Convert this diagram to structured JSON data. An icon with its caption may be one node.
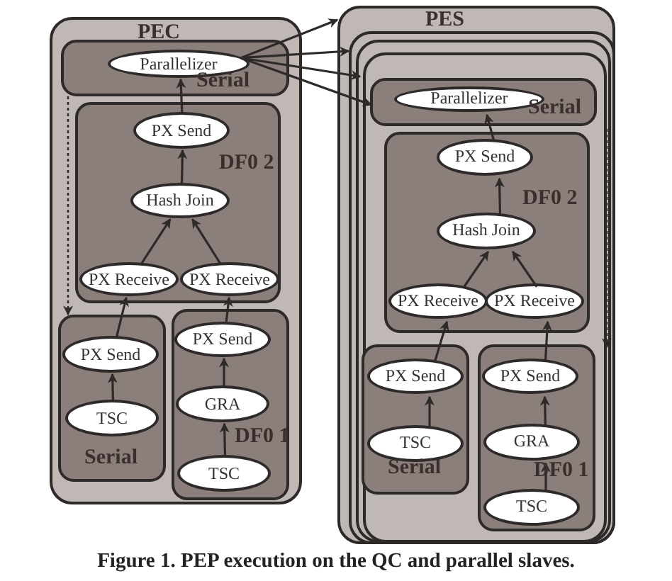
{
  "diagram": {
    "caption": "Figure 1. PEP execution on the QC and parallel slaves.",
    "nodes": [
      {
        "text": [
          "PEC"
        ]
      },
      {
        "text": [
          "Serial"
        ],
        "in": 0
      },
      {
        "text": [
          "Parallelizer"
        ],
        "in": 1
      },
      {
        "text": [
          "DF0 2"
        ],
        "in": 0
      },
      {
        "text": [
          "PX Send"
        ],
        "in": 3
      },
      {
        "text": [
          "Hash Join"
        ],
        "in": 3
      },
      {
        "text": [
          "PX Receive"
        ],
        "in": 3
      },
      {
        "text": [
          "PX Receive"
        ],
        "in": 3
      },
      {
        "text": [
          "Serial"
        ],
        "in": 0
      },
      {
        "text": [
          "PX Send"
        ],
        "in": 8
      },
      {
        "text": [
          "TSC"
        ],
        "in": 8
      },
      {
        "text": [
          "DF0 1"
        ],
        "in": 0
      },
      {
        "text": [
          "PX Send"
        ],
        "in": 11
      },
      {
        "text": [
          "GRA"
        ],
        "in": 11
      },
      {
        "text": [
          "TSC"
        ],
        "in": 11
      },
      {
        "text": [
          "PES"
        ]
      },
      {
        "text": [],
        "shape": "box",
        "in": 15
      },
      {
        "text": [],
        "shape": "box",
        "in": 16
      },
      {
        "text": [],
        "shape": "box",
        "in": 17
      },
      {
        "text": [
          "Serial"
        ],
        "in": 18
      },
      {
        "text": [
          "Parallelizer"
        ],
        "in": 19
      },
      {
        "text": [
          "DF0 2"
        ],
        "in": 18
      },
      {
        "text": [
          "PX Send"
        ],
        "in": 21
      },
      {
        "text": [
          "Hash Join"
        ],
        "in": 21
      },
      {
        "text": [
          "PX Receive"
        ],
        "in": 21
      },
      {
        "text": [
          "PX Receive"
        ],
        "in": 21
      },
      {
        "text": [
          "Serial"
        ],
        "in": 18
      },
      {
        "text": [
          "PX Send"
        ],
        "in": 26
      },
      {
        "text": [
          "TSC"
        ],
        "in": 26
      },
      {
        "text": [
          "DF0 1"
        ],
        "in": 18
      },
      {
        "text": [
          "PX Send"
        ],
        "in": 29
      },
      {
        "text": [
          "GRA"
        ],
        "in": 29
      },
      {
        "text": [
          "TSC"
        ],
        "in": 29
      }
    ],
    "edges": [
      {
        "from": 4,
        "to": 2,
        "arrow": "to"
      },
      {
        "from": 5,
        "to": 4,
        "arrow": "to"
      },
      {
        "from": 6,
        "to": 5,
        "arrow": "to"
      },
      {
        "from": 7,
        "to": 5,
        "arrow": "to"
      },
      {
        "from": 9,
        "to": 6,
        "arrow": "to"
      },
      {
        "from": 12,
        "to": 7,
        "arrow": "to"
      },
      {
        "from": 10,
        "to": 9,
        "arrow": "to"
      },
      {
        "from": 13,
        "to": 12,
        "arrow": "to"
      },
      {
        "from": 14,
        "to": 13,
        "arrow": "to"
      },
      {
        "from": 1,
        "to": 8,
        "arrow": "to",
        "style": "dashed"
      },
      {
        "from": 2,
        "to": 15,
        "arrow": "to"
      },
      {
        "from": 2,
        "to": 16,
        "arrow": "to"
      },
      {
        "from": 2,
        "to": 17,
        "arrow": "to"
      },
      {
        "from": 2,
        "to": 18,
        "arrow": "to"
      },
      {
        "from": 22,
        "to": 20,
        "arrow": "to"
      },
      {
        "from": 23,
        "to": 22,
        "arrow": "to"
      },
      {
        "from": 24,
        "to": 23,
        "arrow": "to"
      },
      {
        "from": 25,
        "to": 23,
        "arrow": "to"
      },
      {
        "from": 27,
        "to": 24,
        "arrow": "to"
      },
      {
        "from": 30,
        "to": 25,
        "arrow": "to"
      },
      {
        "from": 28,
        "to": 27,
        "arrow": "to"
      },
      {
        "from": 31,
        "to": 30,
        "arrow": "to"
      },
      {
        "from": 32,
        "to": 31,
        "arrow": "to"
      },
      {
        "from": 19,
        "to": 29,
        "arrow": "to",
        "style": "dashed"
      }
    ]
  }
}
